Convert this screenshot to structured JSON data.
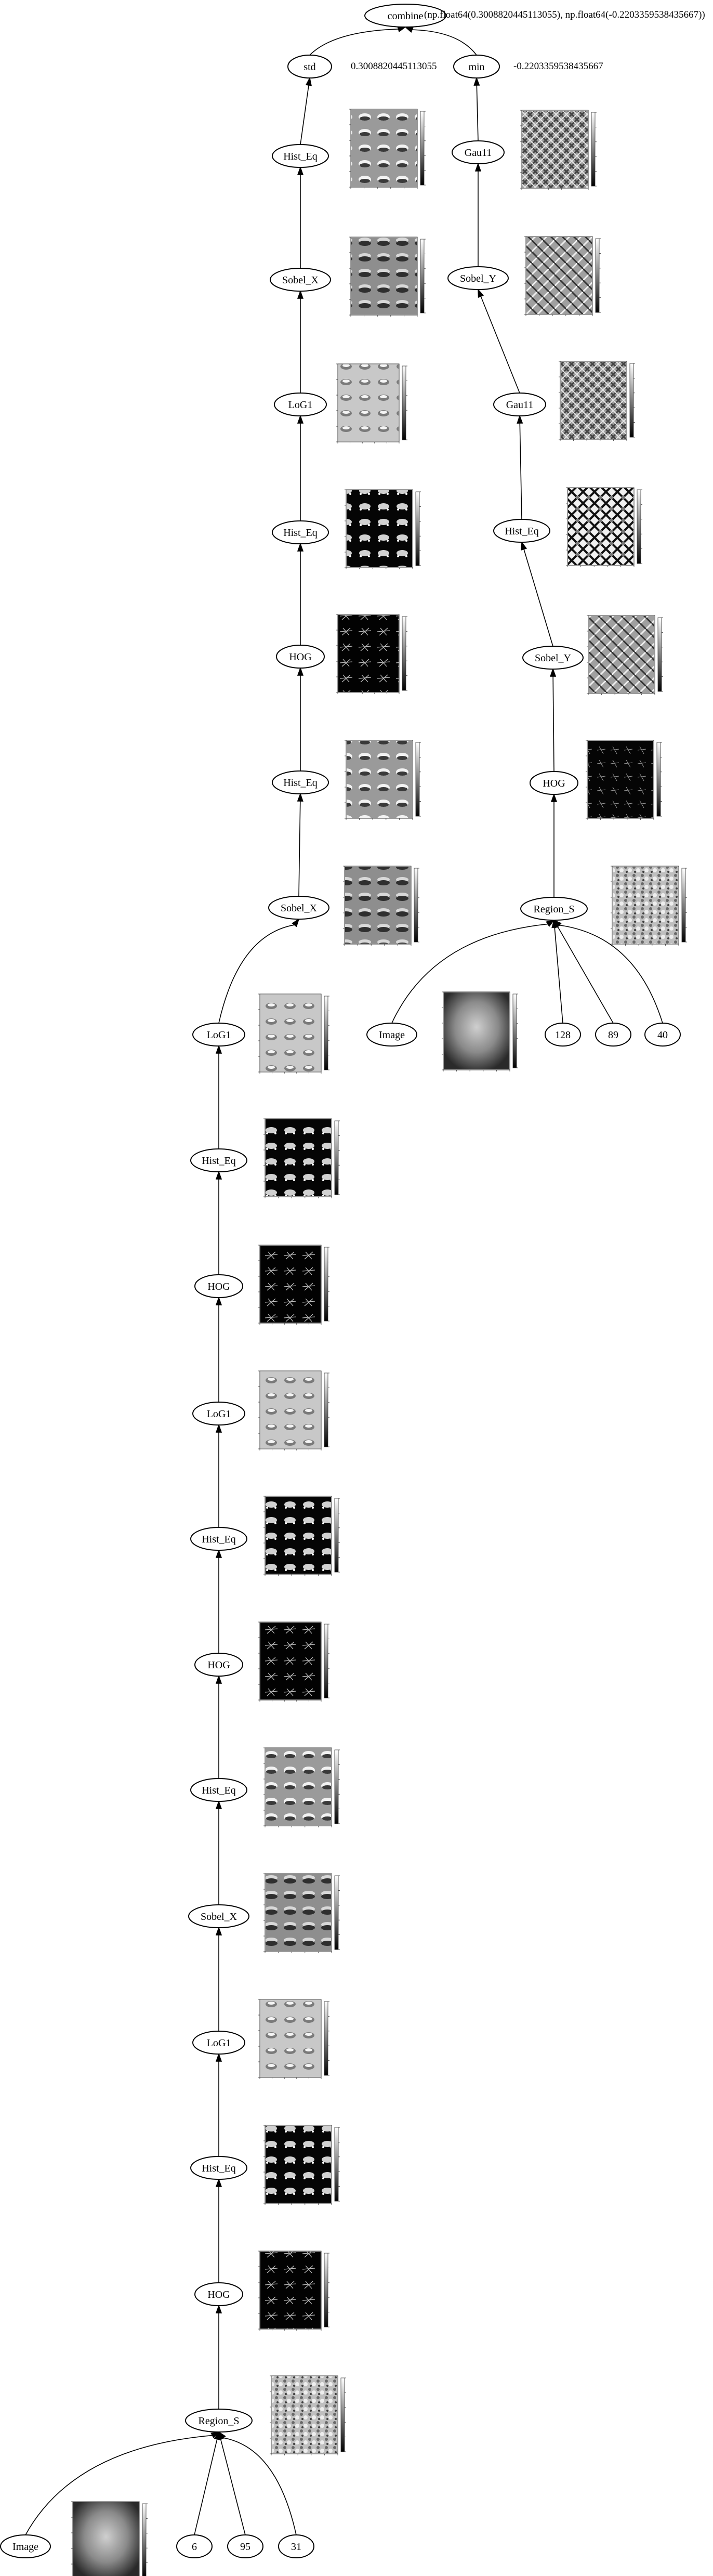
{
  "graph": {
    "nodes": [
      {
        "id": "combine",
        "label": "combine"
      },
      {
        "id": "std",
        "label": "std"
      },
      {
        "id": "min",
        "label": "min"
      },
      {
        "id": "l_histeq_top",
        "label": "Hist_Eq"
      },
      {
        "id": "l_sobelx_1",
        "label": "Sobel_X"
      },
      {
        "id": "l_log1_1",
        "label": "LoG1"
      },
      {
        "id": "l_histeq_2",
        "label": "Hist_Eq"
      },
      {
        "id": "l_hog_1",
        "label": "HOG"
      },
      {
        "id": "l_histeq_3",
        "label": "Hist_Eq"
      },
      {
        "id": "l_sobelx_2",
        "label": "Sobel_X"
      },
      {
        "id": "l_log1_2",
        "label": "LoG1"
      },
      {
        "id": "l_histeq_4",
        "label": "Hist_Eq"
      },
      {
        "id": "l_hog_2",
        "label": "HOG"
      },
      {
        "id": "l_log1_3",
        "label": "LoG1"
      },
      {
        "id": "l_histeq_5",
        "label": "Hist_Eq"
      },
      {
        "id": "l_hog_3",
        "label": "HOG"
      },
      {
        "id": "l_histeq_6",
        "label": "Hist_Eq"
      },
      {
        "id": "l_sobelx_3",
        "label": "Sobel_X"
      },
      {
        "id": "l_log1_4",
        "label": "LoG1"
      },
      {
        "id": "l_histeq_7",
        "label": "Hist_Eq"
      },
      {
        "id": "l_hog_4",
        "label": "HOG"
      },
      {
        "id": "l_region",
        "label": "Region_S"
      },
      {
        "id": "l_image",
        "label": "Image"
      },
      {
        "id": "l_p6",
        "label": "6"
      },
      {
        "id": "l_p95",
        "label": "95"
      },
      {
        "id": "l_p31",
        "label": "31"
      },
      {
        "id": "r_gau_top",
        "label": "Gau11"
      },
      {
        "id": "r_sobely_1",
        "label": "Sobel_Y"
      },
      {
        "id": "r_gau_2",
        "label": "Gau11"
      },
      {
        "id": "r_histeq",
        "label": "Hist_Eq"
      },
      {
        "id": "r_sobely_2",
        "label": "Sobel_Y"
      },
      {
        "id": "r_hog",
        "label": "HOG"
      },
      {
        "id": "r_region",
        "label": "Region_S"
      },
      {
        "id": "r_image",
        "label": "Image"
      },
      {
        "id": "r_p128",
        "label": "128"
      },
      {
        "id": "r_p89",
        "label": "89"
      },
      {
        "id": "r_p40",
        "label": "40"
      }
    ],
    "edges": [
      [
        "std",
        "combine"
      ],
      [
        "min",
        "combine"
      ],
      [
        "l_histeq_top",
        "std"
      ],
      [
        "l_sobelx_1",
        "l_histeq_top"
      ],
      [
        "l_log1_1",
        "l_sobelx_1"
      ],
      [
        "l_histeq_2",
        "l_log1_1"
      ],
      [
        "l_hog_1",
        "l_histeq_2"
      ],
      [
        "l_histeq_3",
        "l_hog_1"
      ],
      [
        "l_sobelx_2",
        "l_histeq_3"
      ],
      [
        "l_log1_2",
        "l_sobelx_2"
      ],
      [
        "l_histeq_4",
        "l_log1_2"
      ],
      [
        "l_hog_2",
        "l_histeq_4"
      ],
      [
        "l_log1_3",
        "l_hog_2"
      ],
      [
        "l_histeq_5",
        "l_log1_3"
      ],
      [
        "l_hog_3",
        "l_histeq_5"
      ],
      [
        "l_histeq_6",
        "l_hog_3"
      ],
      [
        "l_sobelx_3",
        "l_histeq_6"
      ],
      [
        "l_log1_4",
        "l_sobelx_3"
      ],
      [
        "l_histeq_7",
        "l_log1_4"
      ],
      [
        "l_hog_4",
        "l_histeq_7"
      ],
      [
        "l_region",
        "l_hog_4"
      ],
      [
        "l_image",
        "l_region"
      ],
      [
        "l_p6",
        "l_region"
      ],
      [
        "l_p95",
        "l_region"
      ],
      [
        "l_p31",
        "l_region"
      ],
      [
        "r_gau_top",
        "min"
      ],
      [
        "r_sobely_1",
        "r_gau_top"
      ],
      [
        "r_gau_2",
        "r_sobely_1"
      ],
      [
        "r_histeq",
        "r_gau_2"
      ],
      [
        "r_sobely_2",
        "r_histeq"
      ],
      [
        "r_hog",
        "r_sobely_2"
      ],
      [
        "r_region",
        "r_hog"
      ],
      [
        "r_image",
        "r_region"
      ],
      [
        "r_p128",
        "r_region"
      ],
      [
        "r_p89",
        "r_region"
      ],
      [
        "r_p40",
        "r_region"
      ]
    ],
    "value_labels": [
      {
        "id": "combine_value",
        "text": "(np.float64(0.3008820445113055), np.float64(-0.2203359538435667))"
      },
      {
        "id": "std_value",
        "text": "0.3008820445113055"
      },
      {
        "id": "min_value",
        "text": "-0.2203359538435667"
      }
    ]
  }
}
